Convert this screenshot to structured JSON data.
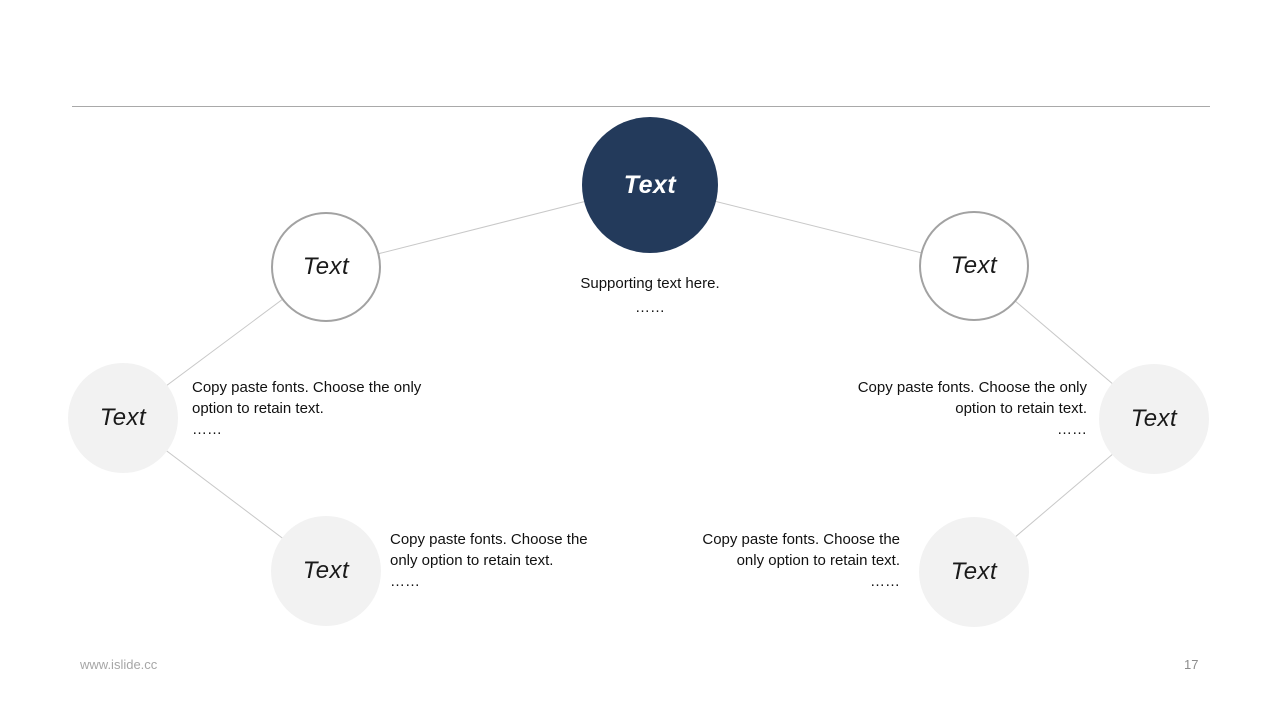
{
  "slide": {
    "footer": {
      "url": "www.islide.cc",
      "page_number": "17"
    }
  },
  "colors": {
    "background": "#FFFFFF",
    "dark_circle_fill": "#233A5B",
    "dark_circle_label": "#FFFFFF",
    "outline_circle_border": "#A2A2A2",
    "gray_circle_fill": "#F2F2F2",
    "connector_line": "#C8C8C8",
    "divider_line": "#A9A9A9",
    "body_text": "#111111",
    "footer_text": "#A6A6A6"
  },
  "diagram": {
    "center_node": {
      "label": "Text"
    },
    "center_caption": {
      "line1": "Supporting text here.",
      "line2": "……"
    },
    "nodes": [
      {
        "id": "left-upper",
        "label": "Text"
      },
      {
        "id": "right-upper",
        "label": "Text"
      },
      {
        "id": "left-outer",
        "label": "Text"
      },
      {
        "id": "right-outer",
        "label": "Text"
      },
      {
        "id": "left-lower",
        "label": "Text"
      },
      {
        "id": "right-lower",
        "label": "Text"
      }
    ],
    "notes": {
      "left_mid": {
        "line1": "Copy paste fonts. Choose the only",
        "line2": "option to retain text.",
        "line3": "……"
      },
      "left_bottom": {
        "line1": "Copy paste fonts. Choose the",
        "line2": "only option to retain text.",
        "line3": "……"
      },
      "right_mid": {
        "line1": "Copy paste fonts. Choose the only",
        "line2": "option to retain text.",
        "line3": "……"
      },
      "right_bottom": {
        "line1": "Copy paste fonts. Choose the",
        "line2": "only option to retain text.",
        "line3": "……"
      }
    }
  }
}
